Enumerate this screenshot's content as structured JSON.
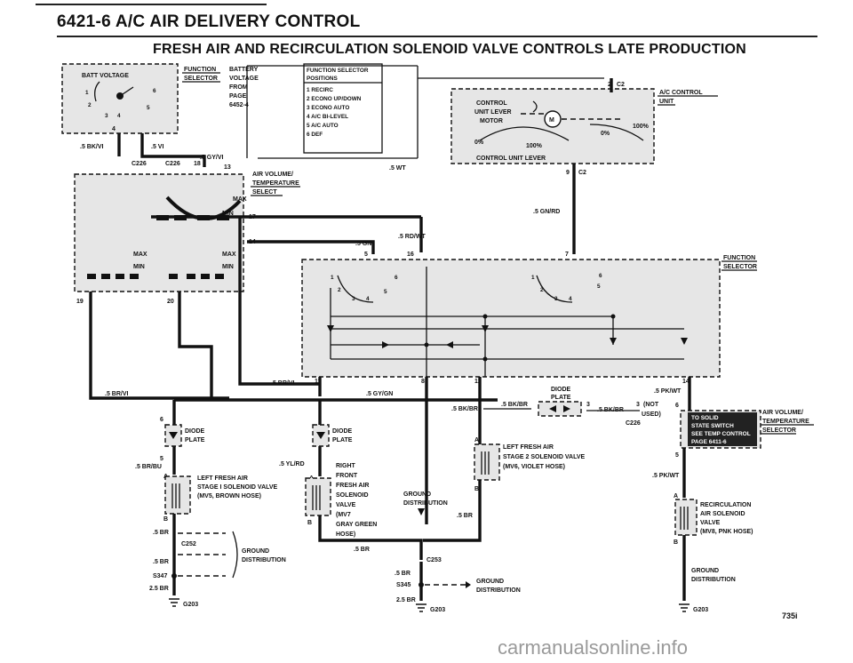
{
  "header": {
    "title": "6421-6   A/C AIR DELIVERY CONTROL",
    "section": "FRESH AIR AND RECIRCULATION SOLENOID VALVE CONTROLS   LATE PRODUCTION"
  },
  "labels": {
    "batt_voltage": "BATT VOLTAGE",
    "function_selector_l1": "FUNCTION",
    "function_selector_l2": "SELECTOR",
    "battery_l1": "BATTERY",
    "battery_l2": "VOLTAGE",
    "battery_l3": "FROM",
    "battery_l4": "PAGE",
    "battery_l5": "6452-4",
    "fsp_title_l1": "FUNCTION SELECTOR",
    "fsp_title_l2": "POSITIONS",
    "fsp_1": "1  RECIRC",
    "fsp_2": "2  ECONO UP/DOWN",
    "fsp_3": "3  ECONO AUTO",
    "fsp_4": "4  A/C BI-LEVEL",
    "fsp_5": "5  A/C AUTO",
    "fsp_6": "6  DEF",
    "wire_5wt": ".5 WT",
    "wire_5bkvi": ".5 BK/VI",
    "wire_5vi": ".5 VI",
    "wire_5gyvi": ".5 GY/VI",
    "c226_a": "C226",
    "c226_b": "C226",
    "air_vol_l1": "AIR VOLUME/",
    "air_vol_l2": "TEMPERATURE",
    "air_vol_l3": "SELECT",
    "max": "MAX",
    "min": "MIN",
    "pin_17": "17",
    "pin_14a": "14",
    "pin_19": "19",
    "pin_20": "20",
    "pin_13": "13",
    "pin_18": "18",
    "pin_11": "11",
    "pin_8": "8",
    "pin_12": "12",
    "pin_14b": "14",
    "pin_16": "16",
    "pin_5": "5",
    "pin_7": "7",
    "pin_9": "9",
    "c2_a": "C2",
    "c2_b": "C2",
    "pin_2": "2",
    "ac_control_l1": "A/C CONTROL",
    "ac_control_l2": "UNIT",
    "control_unit_lever_l1": "CONTROL",
    "control_unit_lever_l2": "UNIT LEVER",
    "control_unit_lever_l3": "MOTOR",
    "motor_m": "M",
    "pct_0_a": "0%",
    "pct_100_a": "100%",
    "pct_0_b": "0%",
    "pct_100_b": "100%",
    "control_unit_lever_lbl": "CONTROL UNIT LEVER",
    "wire_5gnrd": ".5 GN/RD",
    "wire_5gn": ".5 GN",
    "wire_5rdwt": ".5 RD/WT",
    "fs_right_l1": "FUNCTION",
    "fs_right_l2": "SELECTOR",
    "wire_5brvi_a": ".5 BR/VI",
    "wire_5brvi_b": ".5 BR/VI",
    "wire_5gygn": ".5 GY/GN",
    "diode_plate_l1": "DIODE",
    "diode_plate_l2": "PLATE",
    "pin_6_a": "6",
    "pin_5_a": "5",
    "wire_5brbu": ".5 BR/BU",
    "pin_a_1": "A",
    "pin_b_1": "B",
    "lfa_s1_l1": "LEFT FRESH AIR",
    "lfa_s1_l2": "STAGE I SOLENOID VALVE",
    "lfa_s1_l3": "(MV5, BROWN HOSE)",
    "wire_5br_1": ".5 BR",
    "wire_5br_2": ".5 BR",
    "c252": "C252",
    "s347": "S347",
    "wire_25br_1": "2.5 BR",
    "g203_1": "G203",
    "gd_1_l1": "GROUND",
    "gd_1_l2": "DISTRIBUTION",
    "diode_plate2_l1": "DIODE",
    "diode_plate2_l2": "PLATE",
    "wire_5ylrd": ".5 YL/RD",
    "pin_a_2": "A",
    "pin_b_2": "B",
    "rfa_l1": "RIGHT",
    "rfa_l2": "FRONT",
    "rfa_l3": "FRESH AIR",
    "rfa_l4": "SOLENOID",
    "rfa_l5": "VALVE",
    "rfa_l6": "(MV7",
    "rfa_l7": "GRAY GREEN",
    "rfa_l8": "HOSE)",
    "gd_2_l1": "GROUND",
    "gd_2_l2": "DISTRIBUTION",
    "wire_5br_3": ".5 BR",
    "wire_5br_4": ".5 BR",
    "c253": "C253",
    "wire_5br_5": ".5 BR",
    "s345": "S345",
    "wire_25br_2": "2.5 BR",
    "g203_2": "G203",
    "gd_3_l1": "GROUND",
    "gd_3_l2": "DISTRIBUTION",
    "wire_5bkbr_a": ".5 BK/BR",
    "wire_5bkbr_b": ".5 BK/BR",
    "wire_5bkbr_c": ".5 BK/BR",
    "pin_4": "4",
    "pin_3": "3",
    "pin_3b": "3",
    "not_used_l1": "(NOT",
    "not_used_l2": "USED)",
    "c226_c": "C226",
    "diode_plate3_l1": "DIODE",
    "diode_plate3_l2": "PLATE",
    "wire_5pkwt_a": ".5 PK/WT",
    "wire_5pkwt_b": ".5 PK/WT",
    "pin_6_b": "6",
    "pin_5_b": "5",
    "to_solid_l1": "TO SOLID",
    "to_solid_l2": "STATE SWITCH",
    "to_solid_l3": "SEE TEMP CONTROL",
    "to_solid_l4": "PAGE 6411-6",
    "av_r_l1": "AIR VOLUME/",
    "av_r_l2": "TEMPERATURE",
    "av_r_l3": "SELECTOR",
    "pin_a_3": "A",
    "pin_b_3": "B",
    "lfa_s2_l1": "LEFT FRESH AIR",
    "lfa_s2_l2": "STAGE 2 SOLENOID VALVE",
    "lfa_s2_l3": "(MV6, VIOLET HOSE)",
    "pin_a_4": "A",
    "pin_b_4": "B",
    "recirc_l1": "RECIRCULATION",
    "recirc_l2": "AIR SOLENOID",
    "recirc_l3": "VALVE",
    "recirc_l4": "(MV8, PNK HOSE)",
    "gd_4_l1": "GROUND",
    "gd_4_l2": "DISTRIBUTION",
    "g203_3": "G203",
    "n1": "1",
    "n2": "2",
    "n3": "3",
    "n4": "4",
    "n5": "5",
    "n6": "6",
    "m1": "1",
    "m2": "2",
    "m3": "3",
    "m4": "4",
    "m5": "5",
    "m6": "6"
  },
  "footer": {
    "page_code": "735i",
    "watermark": "carmanualsonline.info"
  }
}
